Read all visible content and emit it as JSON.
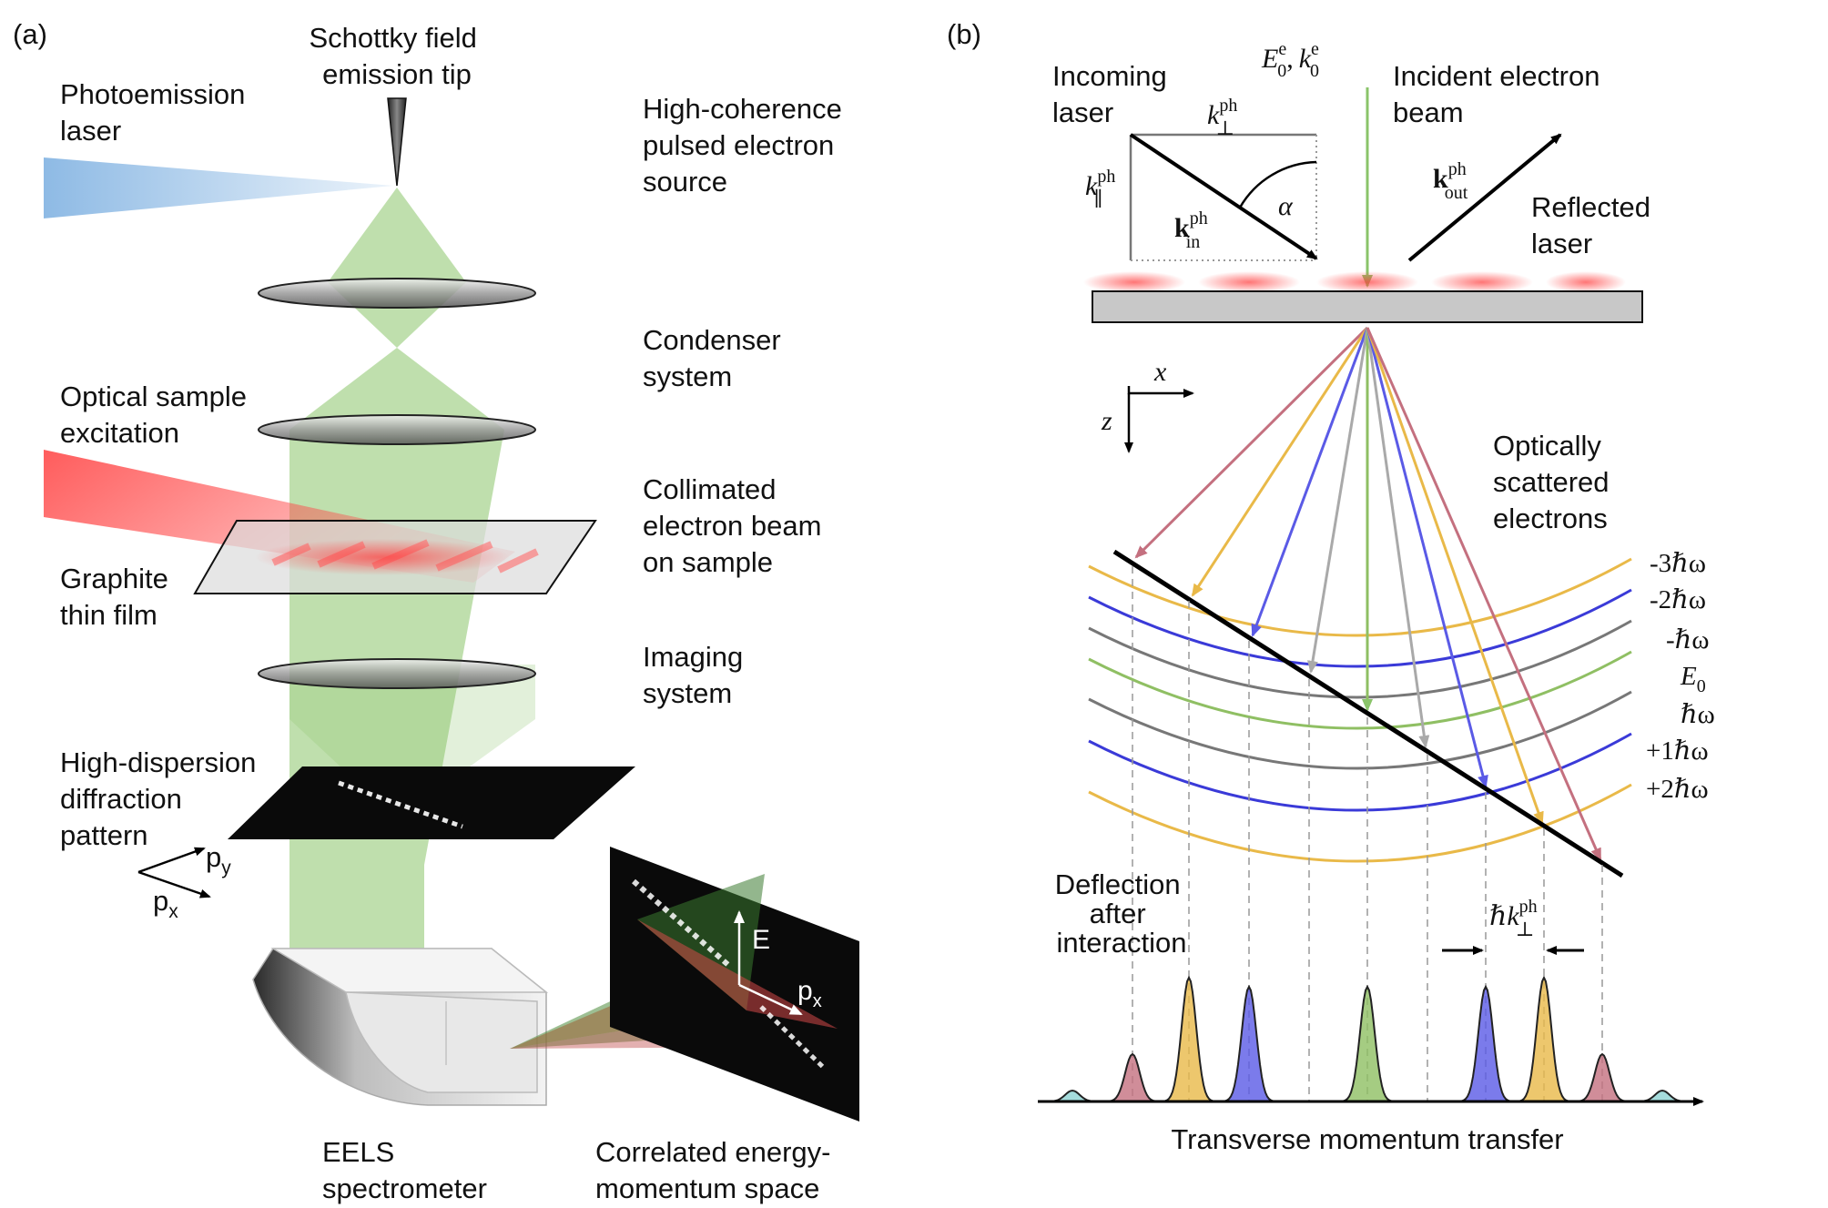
{
  "panel_a": {
    "label": "(a)",
    "left_labels": {
      "photoemission": [
        "Photoemission",
        "laser"
      ],
      "optical_excitation": [
        "Optical sample",
        "excitation"
      ],
      "graphite": [
        "Graphite",
        "thin film"
      ],
      "diffraction": [
        "High-dispersion",
        "diffraction",
        "pattern"
      ],
      "eels": [
        "EELS",
        "spectrometer"
      ],
      "correlated": [
        "Correlated energy-",
        "momentum space"
      ]
    },
    "tip_label": [
      "Schottky field",
      "emission tip"
    ],
    "right_labels": {
      "source": [
        "High-coherence",
        "pulsed electron",
        "source"
      ],
      "condenser": [
        "Condenser",
        "system"
      ],
      "collimated": [
        "Collimated",
        "electron beam",
        "on sample"
      ],
      "imaging": [
        "Imaging",
        "system"
      ]
    },
    "axes": {
      "py": "p",
      "py_sub": "y",
      "px": "p",
      "px_sub": "x"
    },
    "screen_axes": {
      "E": "E",
      "px": "p",
      "px_sub": "x"
    }
  },
  "panel_b": {
    "label": "(b)",
    "incoming_laser": [
      "Incoming",
      "laser"
    ],
    "incident_beam": [
      "Incident electron",
      "beam"
    ],
    "reflected_laser": [
      "Reflected",
      "laser"
    ],
    "e0_label": {
      "E": "E",
      "E_sub": "0",
      "E_sup": "e",
      "k": "k",
      "k_sub": "0",
      "k_sup": "e",
      "sep": ","
    },
    "k_perp": {
      "k": "k",
      "sub": "⊥",
      "sup": "ph"
    },
    "k_par": {
      "k": "k",
      "sub": "∥",
      "sup": "ph"
    },
    "k_in": {
      "k": "k",
      "sub": "in",
      "sup": "ph"
    },
    "k_out": {
      "k": "k",
      "sub": "out",
      "sup": "ph"
    },
    "alpha": "α",
    "axis_x": "x",
    "axis_z": "z",
    "scattered": [
      "Optically",
      "scattered",
      "electrons"
    ],
    "orders": [
      "-3ℏω",
      "-2ℏω",
      "-ℏω",
      "ℏω",
      "+1ℏω",
      "+2ℏω"
    ],
    "e0_order": {
      "E": "E",
      "sub": "0"
    },
    "deflection": [
      "Deflection",
      "after",
      "interaction"
    ],
    "hk_label": {
      "hk": "ℏk",
      "sub": "⊥",
      "sup": "ph"
    },
    "axis_title": "Transverse momentum transfer",
    "colors": {
      "order3": "#c4707f",
      "order2": "#e9b948",
      "order1": "#5a5ae6",
      "order0": "#8fbf63",
      "gray": "#a9a9a9",
      "beam_green": "#8ac46a",
      "laser_blue": "#7aaee0",
      "laser_red": "#ff5050"
    }
  }
}
